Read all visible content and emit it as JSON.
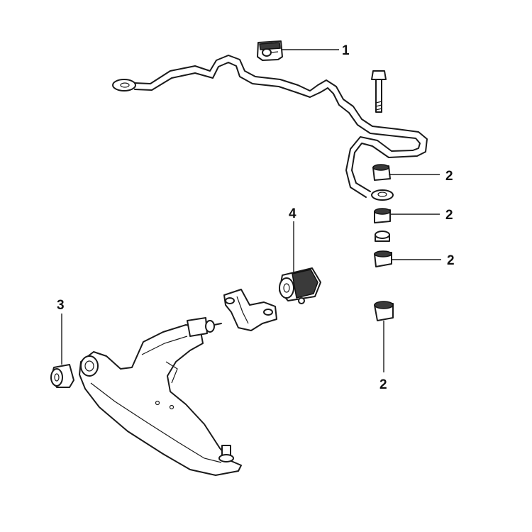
{
  "callouts": {
    "c1": "1",
    "c2a": "2",
    "c2b": "2",
    "c2c": "2",
    "c2d": "2",
    "c3": "3",
    "c4": "4"
  },
  "colors": {
    "line": "#1a1a1a",
    "rubber": "#3a3a3a",
    "background": "#ffffff"
  }
}
